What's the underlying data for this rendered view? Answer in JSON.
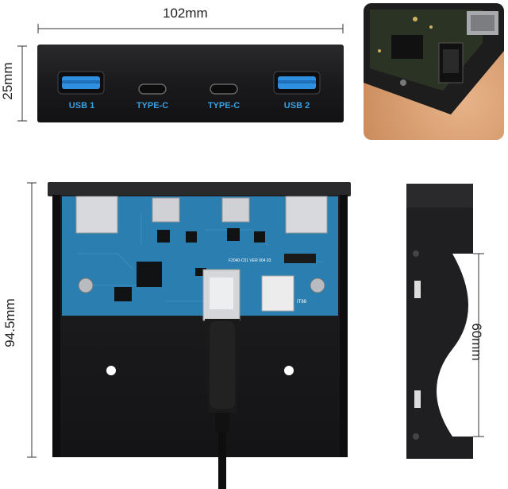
{
  "dimensions": {
    "width_label": "102mm",
    "height_front_label": "25mm",
    "height_top_label": "94.5mm",
    "bay_label": "60mm"
  },
  "front_panel": {
    "ports": [
      {
        "label": "USB 1",
        "type": "usb-a"
      },
      {
        "label": "TYPE-C",
        "type": "usb-c"
      },
      {
        "label": "TYPE-C",
        "type": "usb-c"
      },
      {
        "label": "USB 2",
        "type": "usb-a"
      }
    ],
    "label_color": "#3aa0e0"
  },
  "pcb": {
    "marking": "F2040-C01 VER 004 03",
    "marking_2": "IT86"
  },
  "colors": {
    "panel": "#1c1c1e",
    "pcb": "#2a7fb0",
    "usb_blue": "#2f8fe0"
  }
}
